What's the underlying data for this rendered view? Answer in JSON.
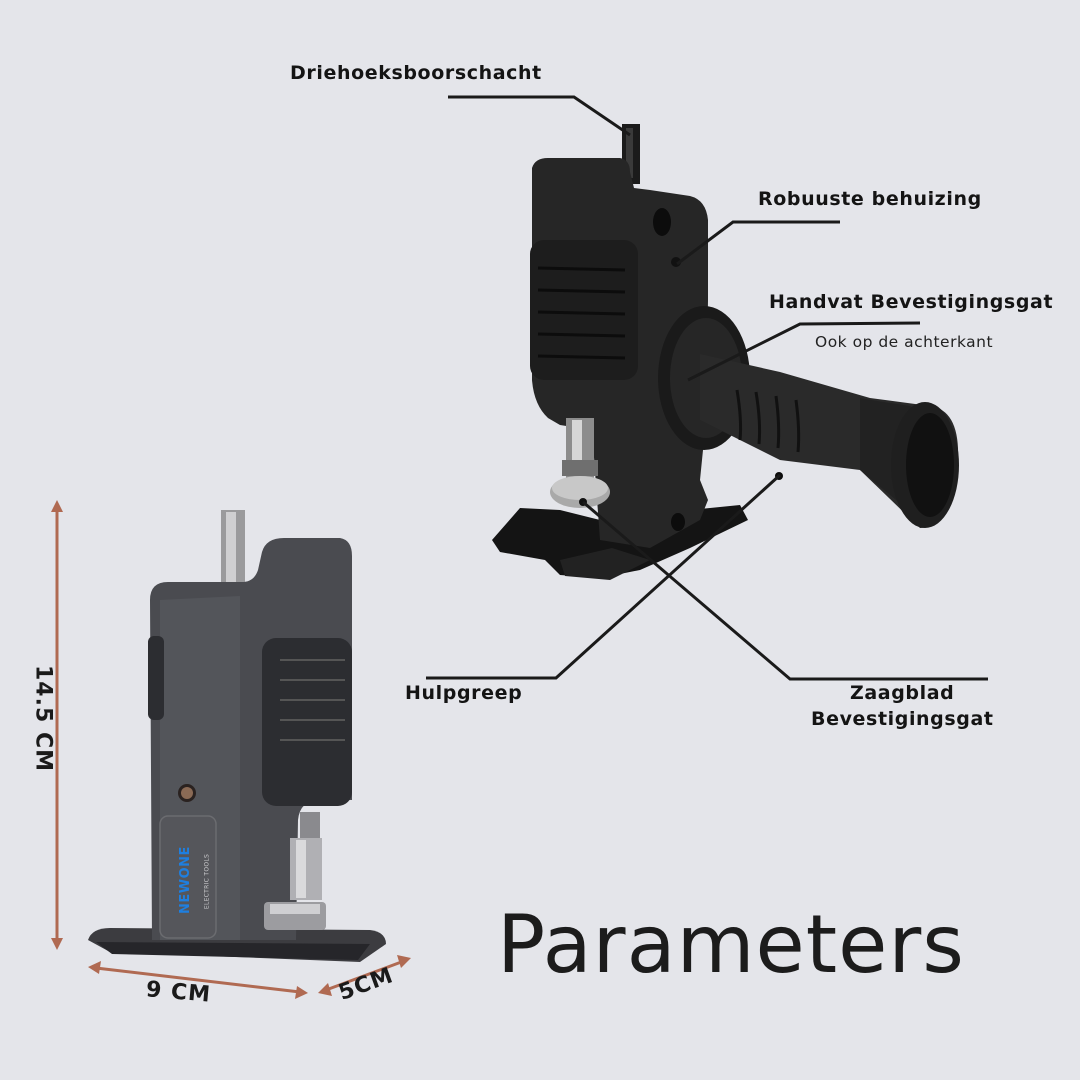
{
  "title": "Parameters",
  "colors": {
    "background": "#e4e5ea",
    "dimension_arrow": "#b06a52",
    "text": "#141414",
    "callout_line": "#1a1a1a",
    "brand_blue": "#1e7fe0"
  },
  "callouts": {
    "drill_shaft": {
      "label": "Driehoeksboorschacht"
    },
    "housing": {
      "label": "Robuuste behuizing"
    },
    "handle_mount": {
      "label": "Handvat Bevestigingsgat",
      "note": "Ook op de achterkant"
    },
    "aux_grip": {
      "label": "Hulpgreep"
    },
    "blade_mount": {
      "line1": "Zaagblad",
      "line2": "Bevestigingsgat"
    }
  },
  "dimensions": {
    "height": "14.5 CM",
    "width": "9 CM",
    "depth": "5CM"
  },
  "product_small": {
    "brand": "NEWONE",
    "brand_sub": "ELECTRIC TOOLS"
  }
}
